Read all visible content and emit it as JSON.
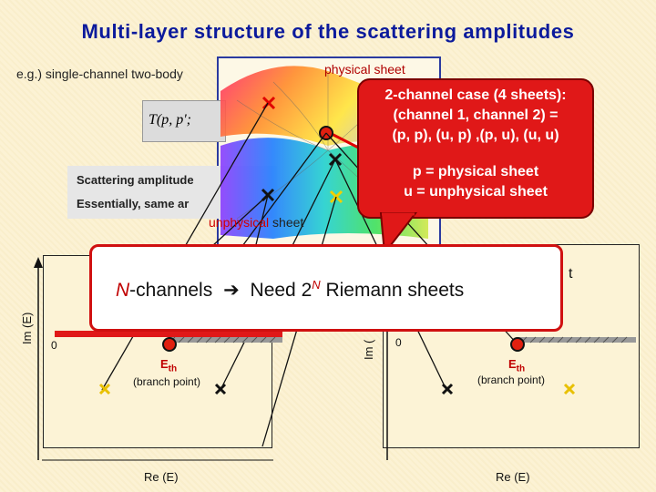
{
  "title": "Multi-layer structure of the scattering amplitudes",
  "intro": "e.g.)  single-channel two-body",
  "formula": "T(p, p';",
  "scattering_text": "Scattering amplitude",
  "essentially_text": "Essentially, same ar",
  "physical_sheet_label": "physical sheet",
  "unphysical_sheet_label": {
    "red": "unphysical",
    "rest": " sheet"
  },
  "callout": {
    "line1": "2-channel case (4 sheets):",
    "line2": "(channel 1, channel 2) =",
    "line3": "(p, p), (u, p) ,(p, u), (u, u)",
    "line4": "p = physical sheet",
    "line5": "u = unphysical sheet"
  },
  "nchannels": {
    "n": "N",
    "text1": "-channels",
    "text2": "Need 2",
    "sup": "N",
    "text3": " Riemann sheets"
  },
  "left_panel": {
    "im_label": "Im (E)",
    "re_label": "Re (E)",
    "zero": "0",
    "eth": "E",
    "eth_sub": "th",
    "branch": "(branch point)"
  },
  "right_panel": {
    "im_label": "Im (",
    "re_label": "Re (E)",
    "zero": "0",
    "eth": "E",
    "eth_sub": "th",
    "branch": "(branch point)",
    "edge_text": "t"
  },
  "colors": {
    "title": "#0b1a9c",
    "callout": "#e01818",
    "accent": "#d01010"
  }
}
